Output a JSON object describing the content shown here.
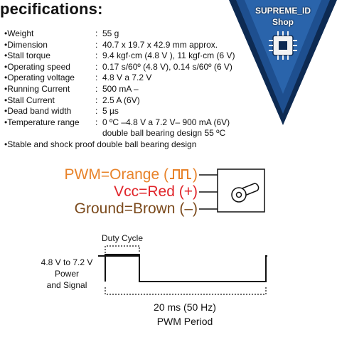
{
  "title": "pecifications:",
  "specs": [
    {
      "label": "•Weight",
      "value": "55 g"
    },
    {
      "label": "•Dimension",
      "value": "40.7 x 19.7 x 42.9 mm approx."
    },
    {
      "label": "•Stall torque",
      "value": "9.4 kgf·cm (4.8 V ), 11 kgf·cm (6 V)"
    },
    {
      "label": "•Operating speed",
      "value": "0.17 s/60º (4.8 V), 0.14 s/60º (6 V)"
    },
    {
      "label": "•Operating voltage",
      "value": "4.8 V a 7.2 V"
    },
    {
      "label": "•Running Current",
      "value": "500 mA –"
    },
    {
      "label": "•Stall Current",
      "value": "2.5 A (6V)"
    },
    {
      "label": "•Dead band width",
      "value": "5 µs"
    },
    {
      "label": "•Temperature range",
      "value": "0 ºC –4.8 V a 7.2 V– 900 mA (6V) double ball bearing design 55 ºC"
    }
  ],
  "spec_separator": ":",
  "spec_note": "•Stable and shock proof  double ball bearing design",
  "badge": {
    "line1": "SUPREME_ID",
    "line2": "Shop"
  },
  "wires": {
    "pwm": {
      "text": "PWM=Orange (",
      "close": ")",
      "color": "#e8832a"
    },
    "vcc": {
      "text": "Vcc=Red (+)",
      "color": "#e0242a"
    },
    "ground": {
      "text": "Ground=Brown (–)",
      "color": "#7b4a1c"
    }
  },
  "timing": {
    "duty_cycle": "Duty Cycle",
    "voltage_line1": "4.8 V to 7.2 V",
    "voltage_line2": "Power",
    "voltage_line3": "and Signal",
    "period_value": "20 ms (50 Hz)",
    "period_label": "PWM Period"
  },
  "colors": {
    "badge_bg": "#1e4f8f",
    "badge_dark": "#0d2a52",
    "ink": "#111111"
  }
}
